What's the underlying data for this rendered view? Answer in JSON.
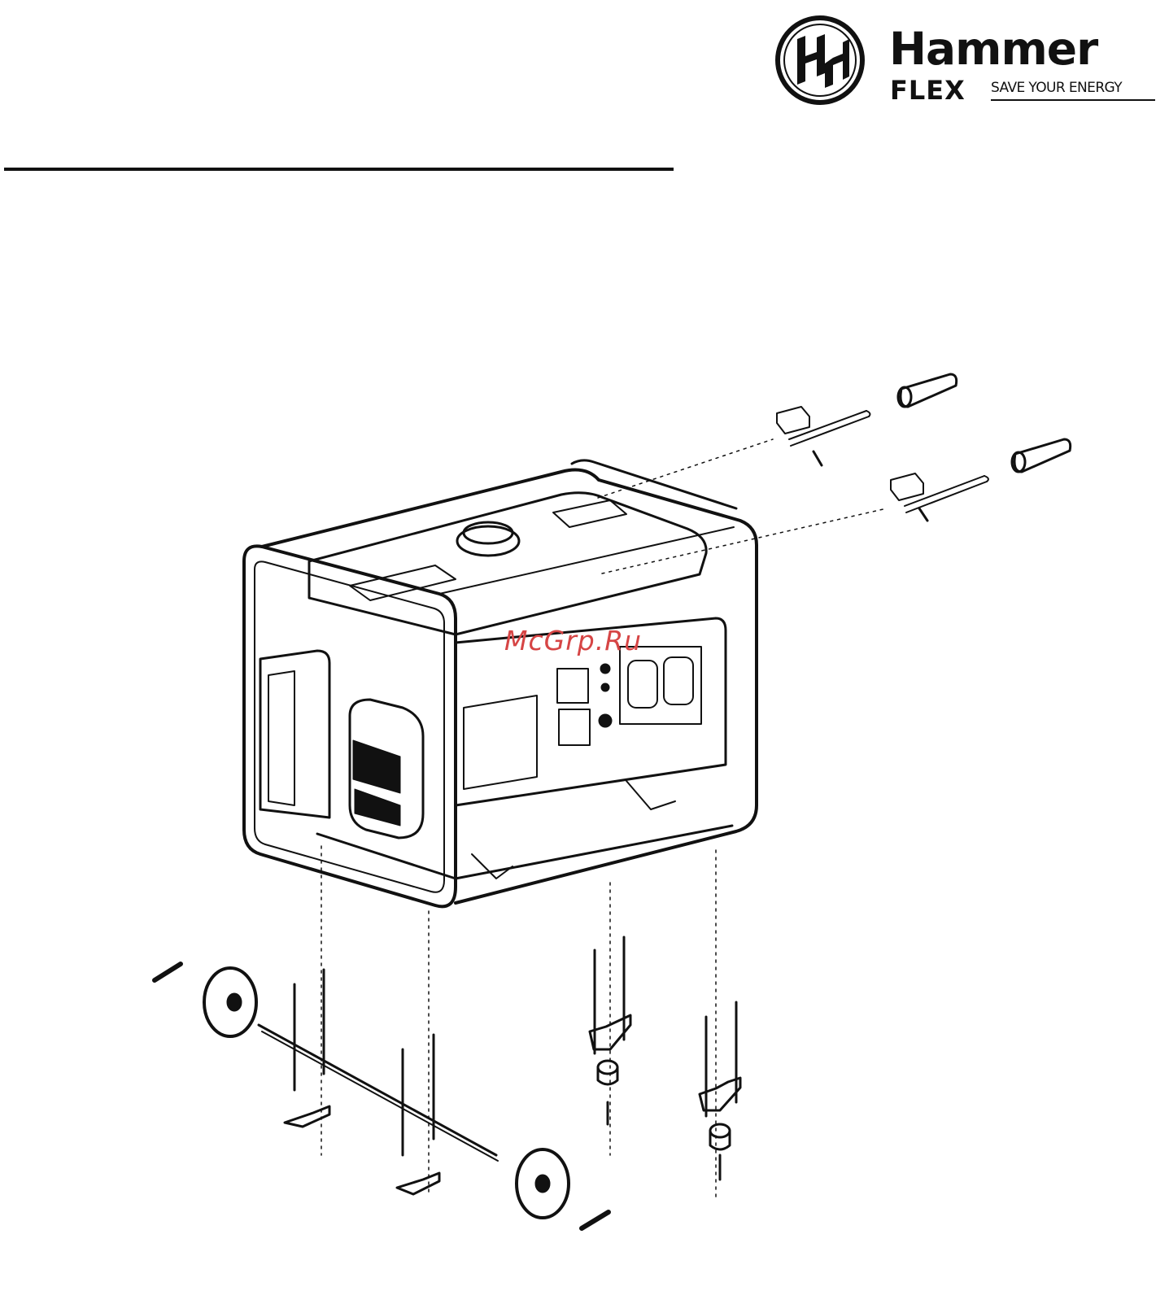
{
  "header": {
    "brand": "Hammer",
    "sub_brand": "FLEX",
    "tagline": "SAVE YOUR ENERGY"
  },
  "figure": {
    "icons": [
      "logo-mark-icon",
      "generator-icon",
      "handle-icon",
      "handle-grip-icon",
      "wheel-icon",
      "axle-icon",
      "bolt-icon",
      "bracket-icon",
      "rubber-foot-icon"
    ]
  },
  "watermark": "McGrp.Ru",
  "colors": {
    "ink": "#111111",
    "watermark": "#d64545",
    "background": "#ffffff"
  }
}
